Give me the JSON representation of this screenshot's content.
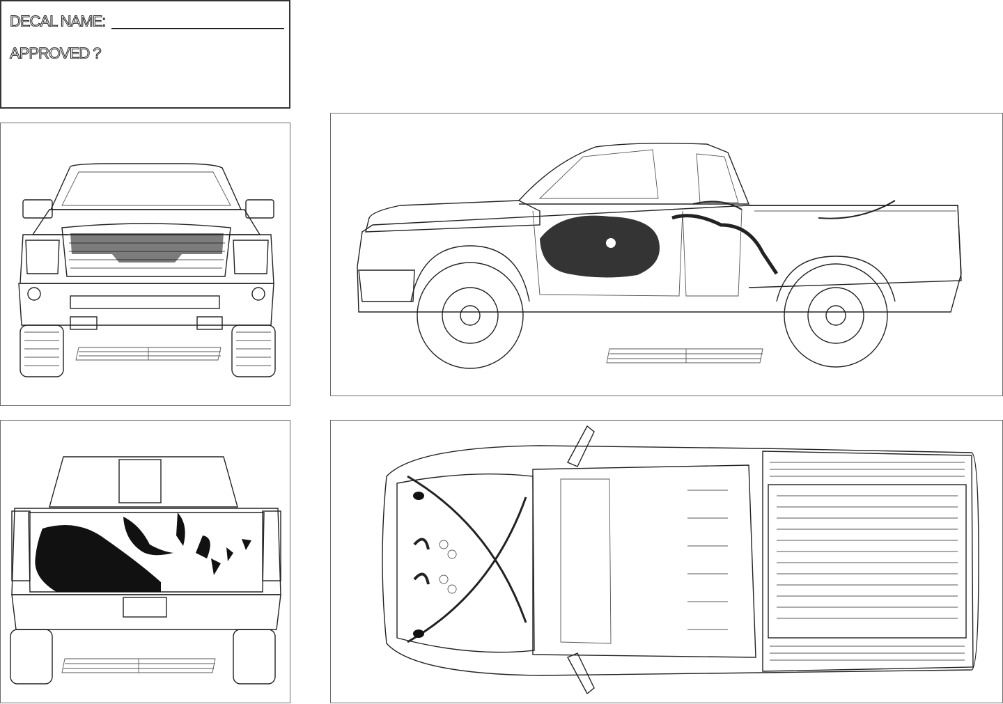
{
  "form": {
    "decal_name_label": "DECAL NAME:",
    "approved_label": "APPROVED ?"
  },
  "views": [
    "front-view",
    "side-view",
    "rear-view",
    "top-view"
  ],
  "colors": {
    "line": "#222222",
    "decal": "#111111",
    "panel_border": "#6a6a6a"
  }
}
